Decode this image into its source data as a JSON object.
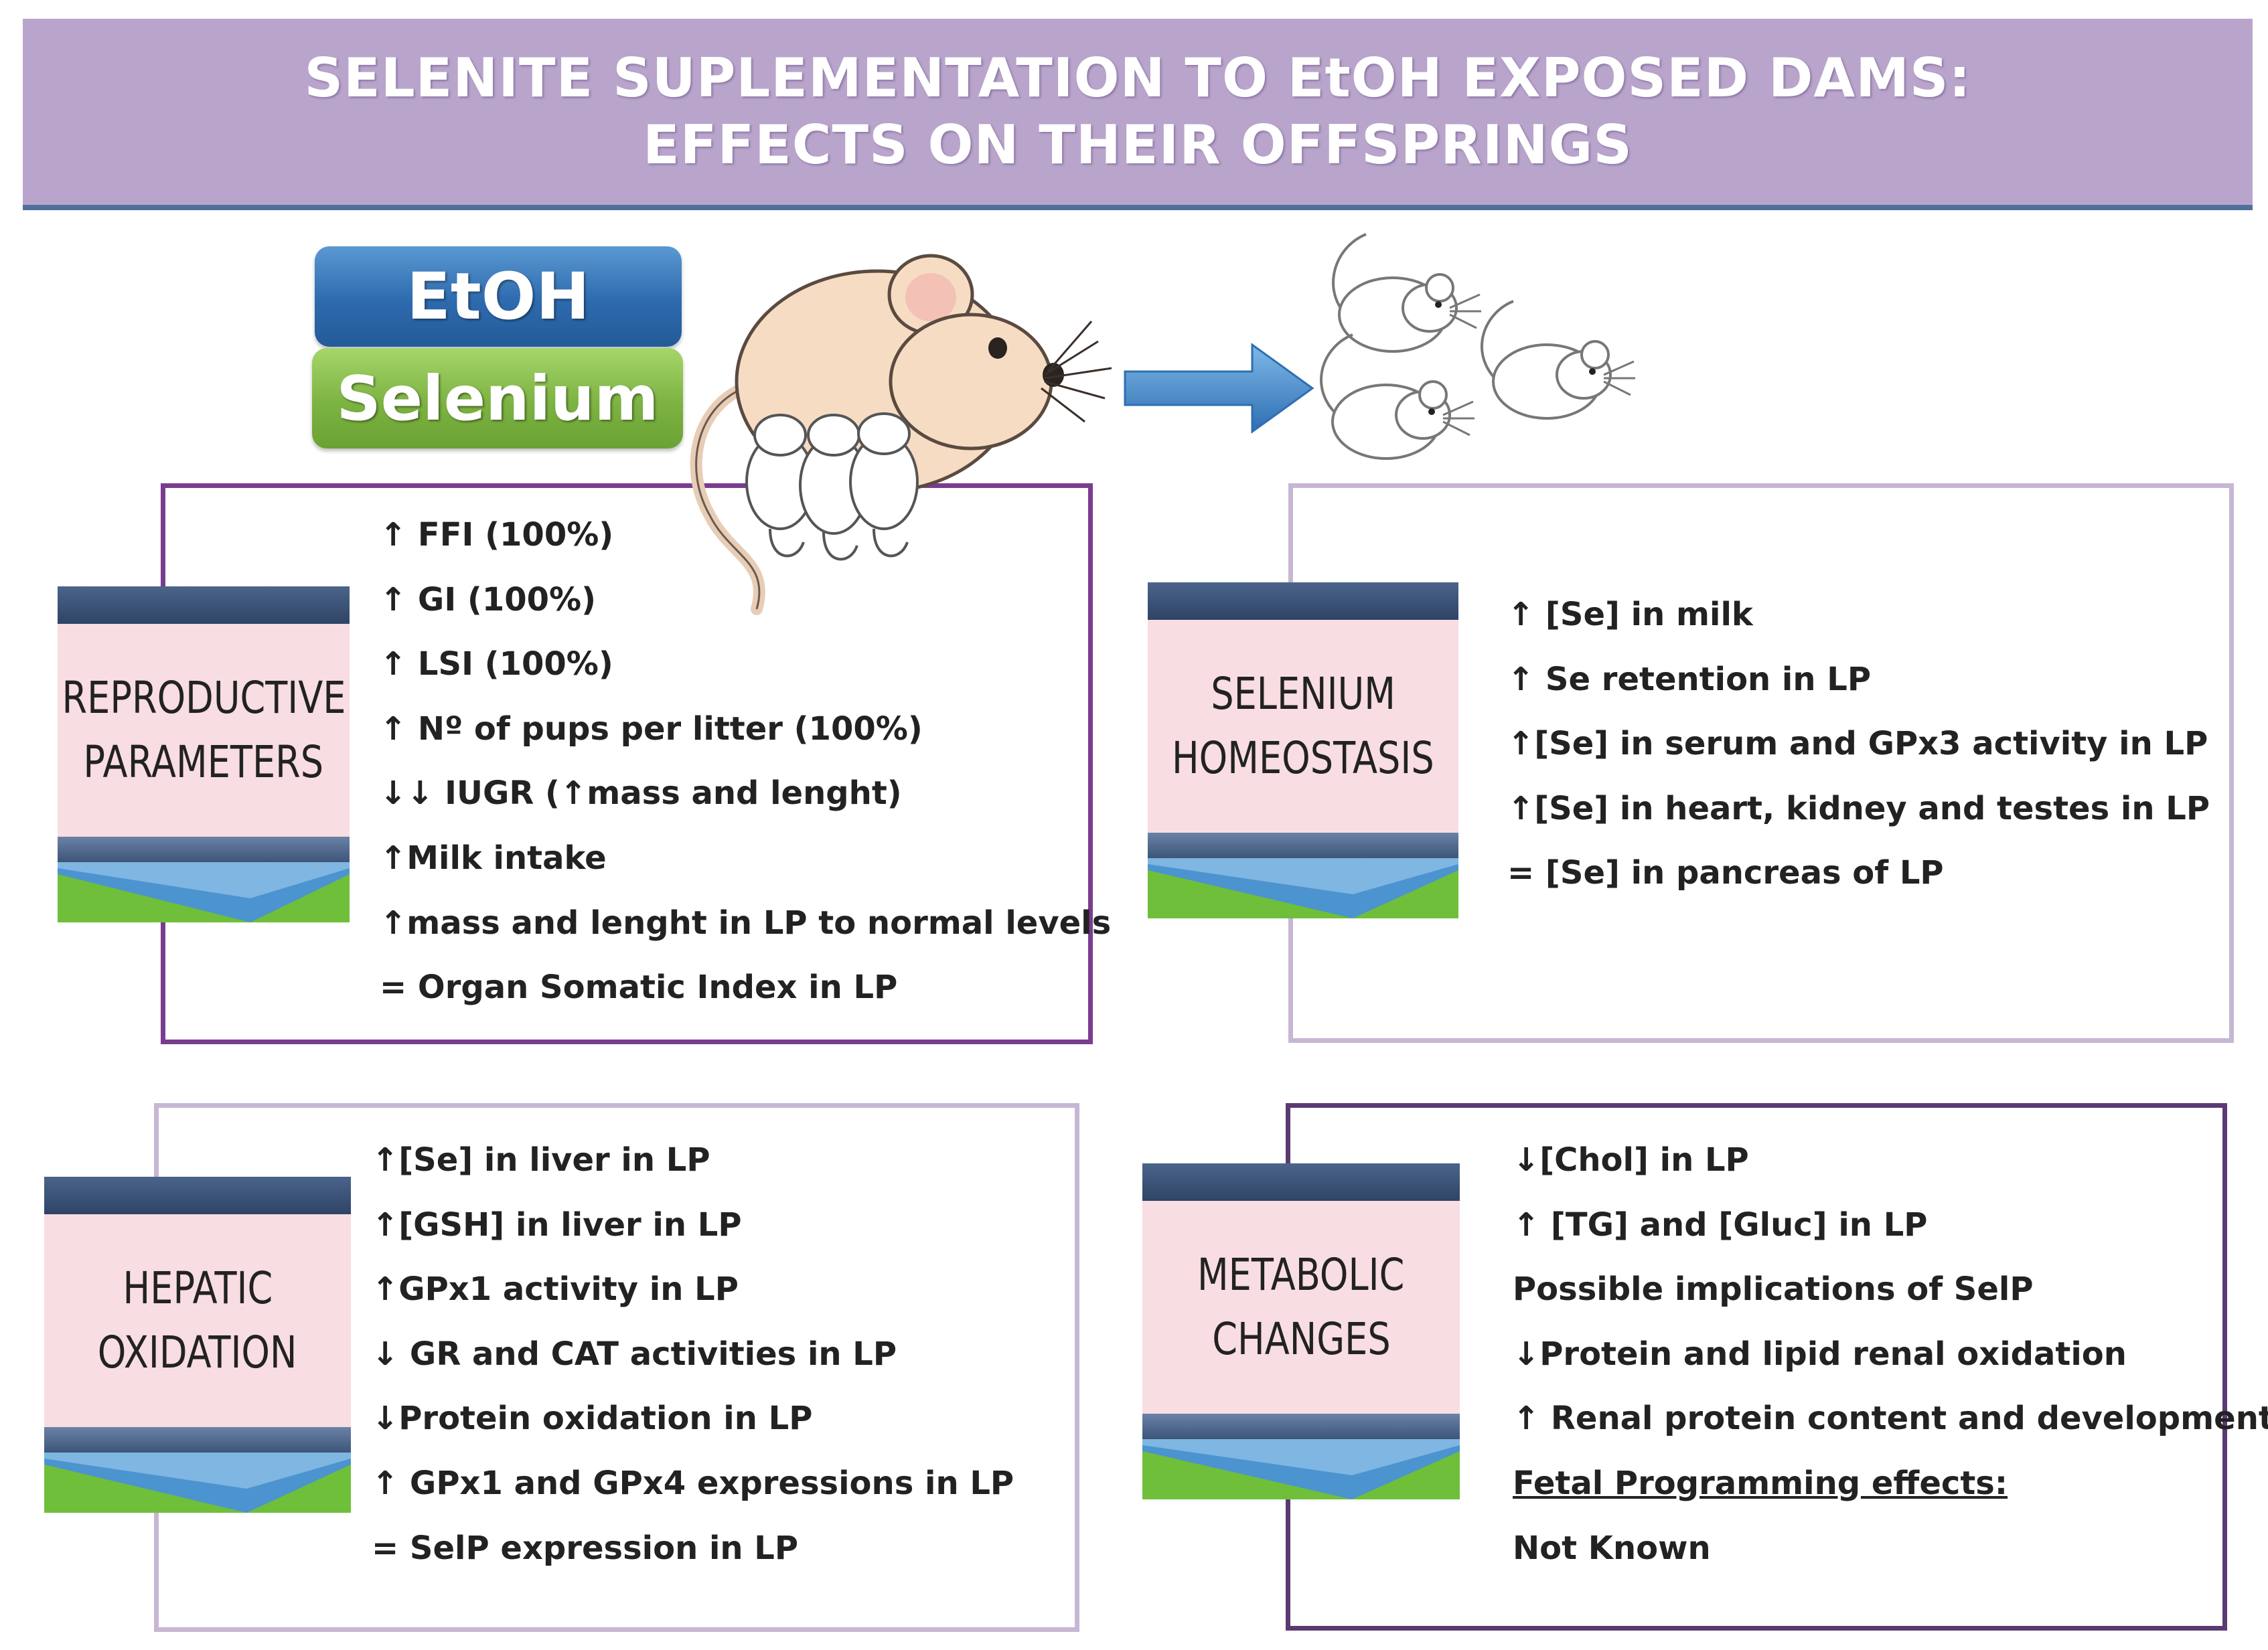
{
  "title": {
    "line1": "SELENITE SUPLEMENTATION TO EtOH EXPOSED DAMS:",
    "line2": "EFFECTS ON THEIR OFFSPRINGS"
  },
  "treatments": {
    "etoh": "EtOH",
    "selenium": "Selenium"
  },
  "icons": [
    "mother-mouse-icon",
    "pup-mouse-icon",
    "right-arrow-icon"
  ],
  "colors": {
    "banner": "#b9a5cc",
    "etoh": "#2d6aae",
    "selenium": "#7cb342",
    "label_band": "#f8dde2",
    "label_bar": "#2f4466",
    "border_dark": "#7a3c8f",
    "border_light": "#c7b6d4",
    "border_meta": "#5b3a72"
  },
  "panels": {
    "reproductive": {
      "label": [
        "REPRODUCTIVE",
        "PARAMETERS"
      ],
      "items": [
        "↑ FFI (100%)",
        "↑ GI (100%)",
        "↑ LSI (100%)",
        "↑ Nº of pups per litter (100%)",
        "↓↓ IUGR (↑mass and lenght)",
        "↑Milk intake",
        "↑mass and lenght in LP to normal levels",
        "= Organ Somatic Index in LP"
      ]
    },
    "selenium": {
      "label": [
        "SELENIUM",
        "HOMEOSTASIS"
      ],
      "items": [
        "↑ [Se] in milk",
        "↑ Se retention in LP",
        "↑[Se] in serum  and GPx3 activity in LP",
        "↑[Se] in heart, kidney and testes  in LP",
        "= [Se] in pancreas  of LP"
      ]
    },
    "hepatic": {
      "label": [
        "HEPATIC",
        "OXIDATION"
      ],
      "items": [
        "↑[Se] in liver in LP",
        "↑[GSH] in liver in LP",
        "↑GPx1 activity  in LP",
        "↓ GR and CAT activities in LP",
        "↓Protein oxidation  in LP",
        "↑ GPx1 and GPx4 expressions in LP",
        "= SelP expression in LP"
      ]
    },
    "metabolic": {
      "label": [
        "METABOLIC",
        "CHANGES"
      ],
      "items": [
        "↓[Chol] in LP",
        "↑ [TG] and [Gluc]  in LP",
        "Possible implications of SelP",
        "↓Protein and lipid renal oxidation",
        "↑ Renal protein content and development",
        "Fetal Programming effects:",
        "Not Known"
      ]
    }
  }
}
